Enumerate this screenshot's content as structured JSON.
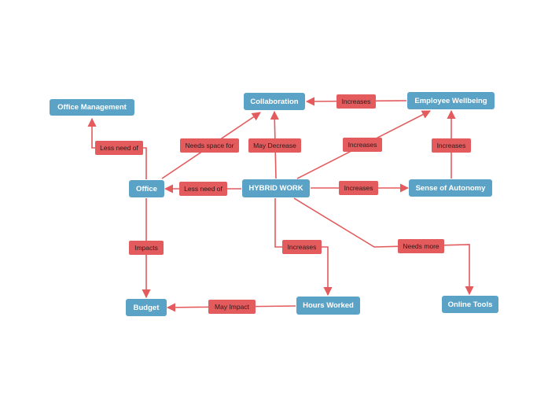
{
  "colors": {
    "node_fill": "#5ba3c6",
    "label_fill": "#e35b5d",
    "edge": "#e35b5d"
  },
  "nodes": {
    "office_management": "Office Management",
    "collaboration": "Collaboration",
    "employee_wellbeing": "Employee Wellbeing",
    "office": "Office",
    "hybrid_work": "HYBRID WORK",
    "sense_of_autonomy": "Sense of Autonomy",
    "budget": "Budget",
    "hours_worked": "Hours Worked",
    "online_tools": "Online Tools"
  },
  "edges": {
    "office_to_office_management": "Less need of",
    "office_to_collaboration": "Needs space for",
    "hybrid_to_collaboration": "May Decrease",
    "wellbeing_to_collaboration": "Increases",
    "hybrid_to_wellbeing": "Increases",
    "autonomy_to_wellbeing": "Increases",
    "hybrid_to_office": "Less need of",
    "hybrid_to_autonomy": "Increases",
    "office_to_budget": "Impacts",
    "hybrid_to_hours": "Increases",
    "hybrid_to_online_tools": "Needs more",
    "hours_to_budget": "May Impact"
  }
}
